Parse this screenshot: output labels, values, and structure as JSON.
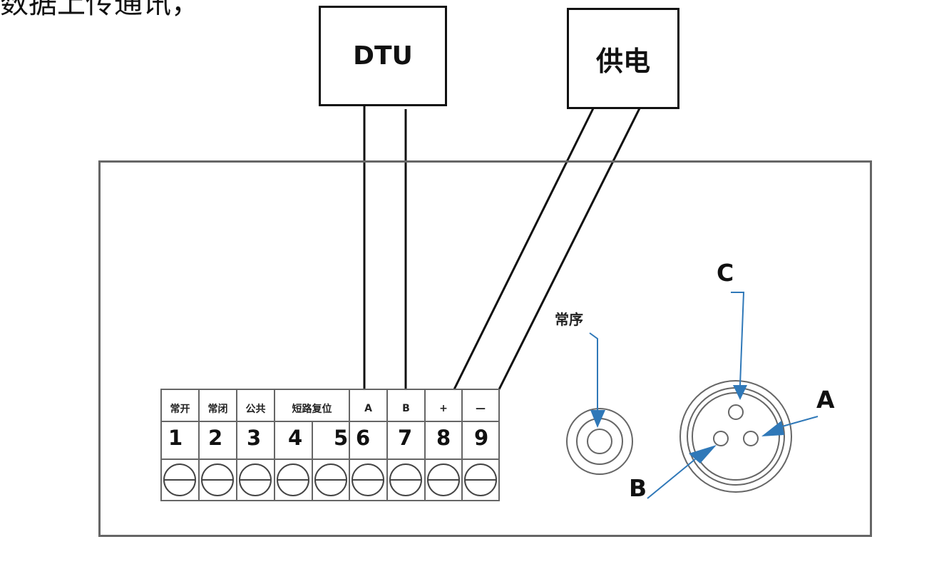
{
  "top_caption": "数据上传通讯，",
  "boxes": {
    "dtu": "DTU",
    "power": "供电"
  },
  "terminal_block": {
    "headers": [
      "常开",
      "常闭",
      "公共",
      "短路复位",
      "A",
      "B",
      "+",
      "—"
    ],
    "numbers": [
      "1",
      "2",
      "3",
      "4",
      "5",
      "6",
      "7",
      "8",
      "9"
    ]
  },
  "sensor": {
    "label": "常序"
  },
  "connector": {
    "pins": [
      "C",
      "A",
      "B"
    ]
  },
  "colors": {
    "line": "#111111",
    "panel_border": "#666666",
    "pointer": "#2f78b8"
  }
}
